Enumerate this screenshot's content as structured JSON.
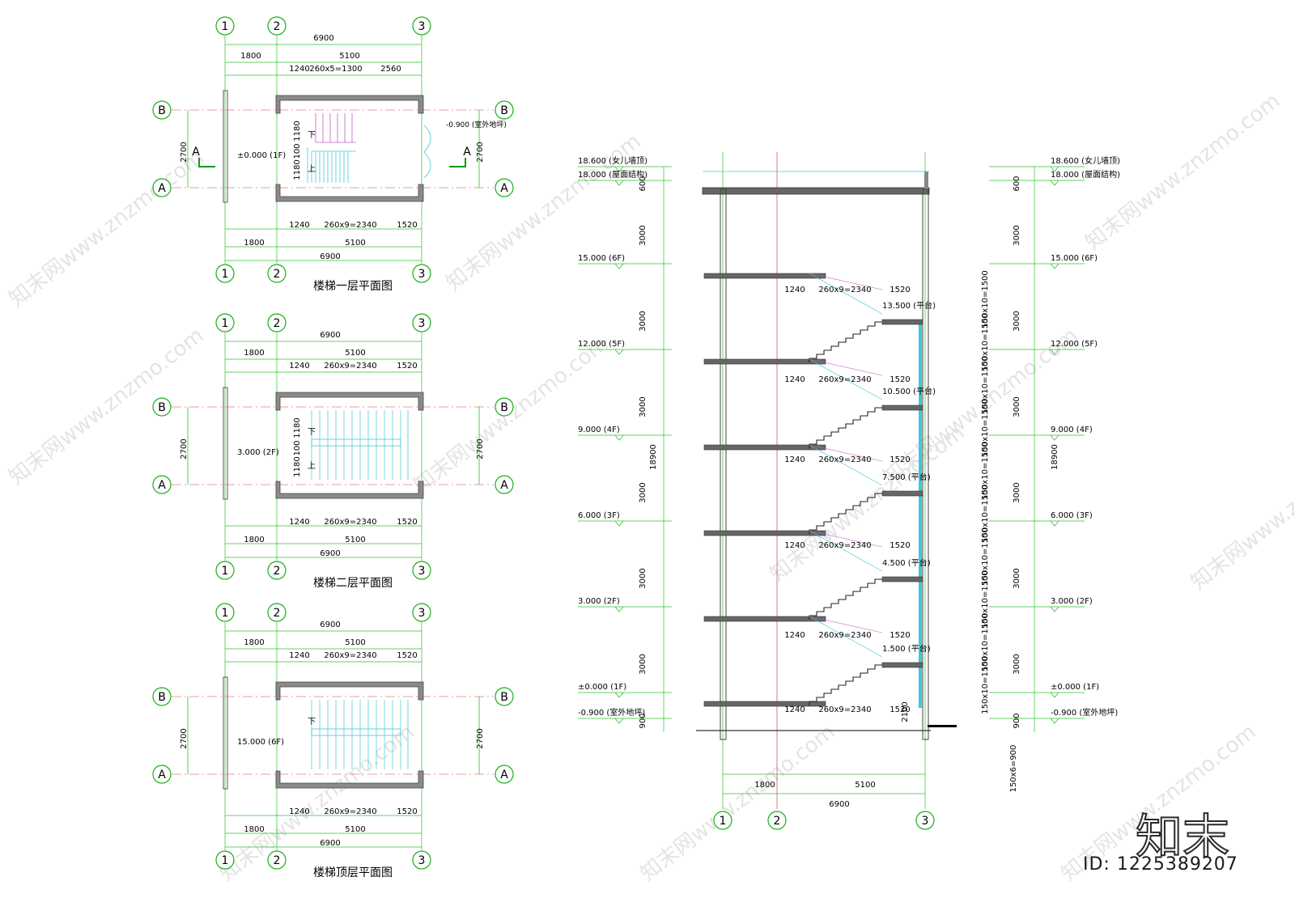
{
  "plans": [
    {
      "title": "楼梯一层平面图",
      "elev": "±0.000 (1F)",
      "outside_elev": "-0.900 (室外地坪)",
      "section_mark": "A",
      "dims_top": {
        "total": "6900",
        "left": "1800",
        "right": "5100",
        "a": "1240",
        "b": "260x5=1300",
        "c": "2560"
      },
      "dims_bottom": {
        "a": "1240",
        "b": "260x9=2340",
        "c": "1520",
        "left": "1800",
        "right": "5100",
        "total": "6900"
      },
      "side_dim": "2700",
      "inner_dims": [
        "1180",
        "100",
        "1180"
      ],
      "down": "下",
      "up": "上"
    },
    {
      "title": "楼梯二层平面图",
      "elev": "3.000 (2F)",
      "dims_top": {
        "total": "6900",
        "left": "1800",
        "right": "5100",
        "a": "1240",
        "b": "260x9=2340",
        "c": "1520"
      },
      "dims_bottom": {
        "a": "1240",
        "b": "260x9=2340",
        "c": "1520",
        "left": "1800",
        "right": "5100",
        "total": "6900"
      },
      "side_dim": "2700",
      "inner_dims": [
        "1180",
        "100",
        "1180"
      ],
      "down": "下",
      "up": "上"
    },
    {
      "title": "楼梯顶层平面图",
      "elev": "15.000 (6F)",
      "dims_top": {
        "total": "6900",
        "left": "1800",
        "right": "5100",
        "a": "1240",
        "b": "260x9=2340",
        "c": "1520"
      },
      "dims_bottom": {
        "a": "1240",
        "b": "260x9=2340",
        "c": "1520",
        "left": "1800",
        "right": "5100",
        "total": "6900"
      },
      "side_dim": "2700",
      "down": "下"
    }
  ],
  "axes": {
    "col": [
      "1",
      "2",
      "3"
    ],
    "row": [
      "B",
      "A"
    ]
  },
  "section": {
    "elevations": [
      {
        "text": "18.600 (女儿墙顶)"
      },
      {
        "text": "18.000 (屋面结构)"
      },
      {
        "text": "15.000 (6F)"
      },
      {
        "text": "12.000 (5F)"
      },
      {
        "text": "9.000 (4F)"
      },
      {
        "text": "6.000 (3F)"
      },
      {
        "text": "3.000 (2F)"
      },
      {
        "text": "±0.000 (1F)"
      },
      {
        "text": "-0.900 (室外地坪)"
      }
    ],
    "landings": [
      "13.500 (平台)",
      "10.500 (平台)",
      "7.500 (平台)",
      "4.500 (平台)",
      "1.500 (平台)"
    ],
    "storey_dims": [
      "600",
      "3000",
      "3000",
      "3000",
      "3000",
      "3000",
      "3000",
      "900"
    ],
    "total_height": "18900",
    "flight_dims": [
      "150x10=1500",
      "150x10=1500",
      "150x10=1500",
      "150x10=1500",
      "150x10=1500",
      "150x10=1500",
      "150x10=1500",
      "150x10=1500",
      "150x10=1500",
      "150x10=1500"
    ],
    "base_flight_dim": "150x6=900",
    "tread_row": {
      "a": "1240",
      "b": "260x9=2340",
      "c": "1520"
    },
    "dim_2100": "2100",
    "bottom_dims": {
      "left": "1800",
      "right": "5100",
      "total": "6900"
    }
  },
  "watermark": {
    "text": "知末网www.znzmo.com"
  },
  "brand": {
    "logo_text": "知末",
    "id": "ID: 1225389207"
  },
  "colors": {
    "axis_green": "#17b117",
    "dim_green": "#2fc02f",
    "stair_cyan": "#40c8d8",
    "handrail_magenta": "#c060c0",
    "wall_gray": "#8a8a8a",
    "grid_red": "#d04040"
  }
}
